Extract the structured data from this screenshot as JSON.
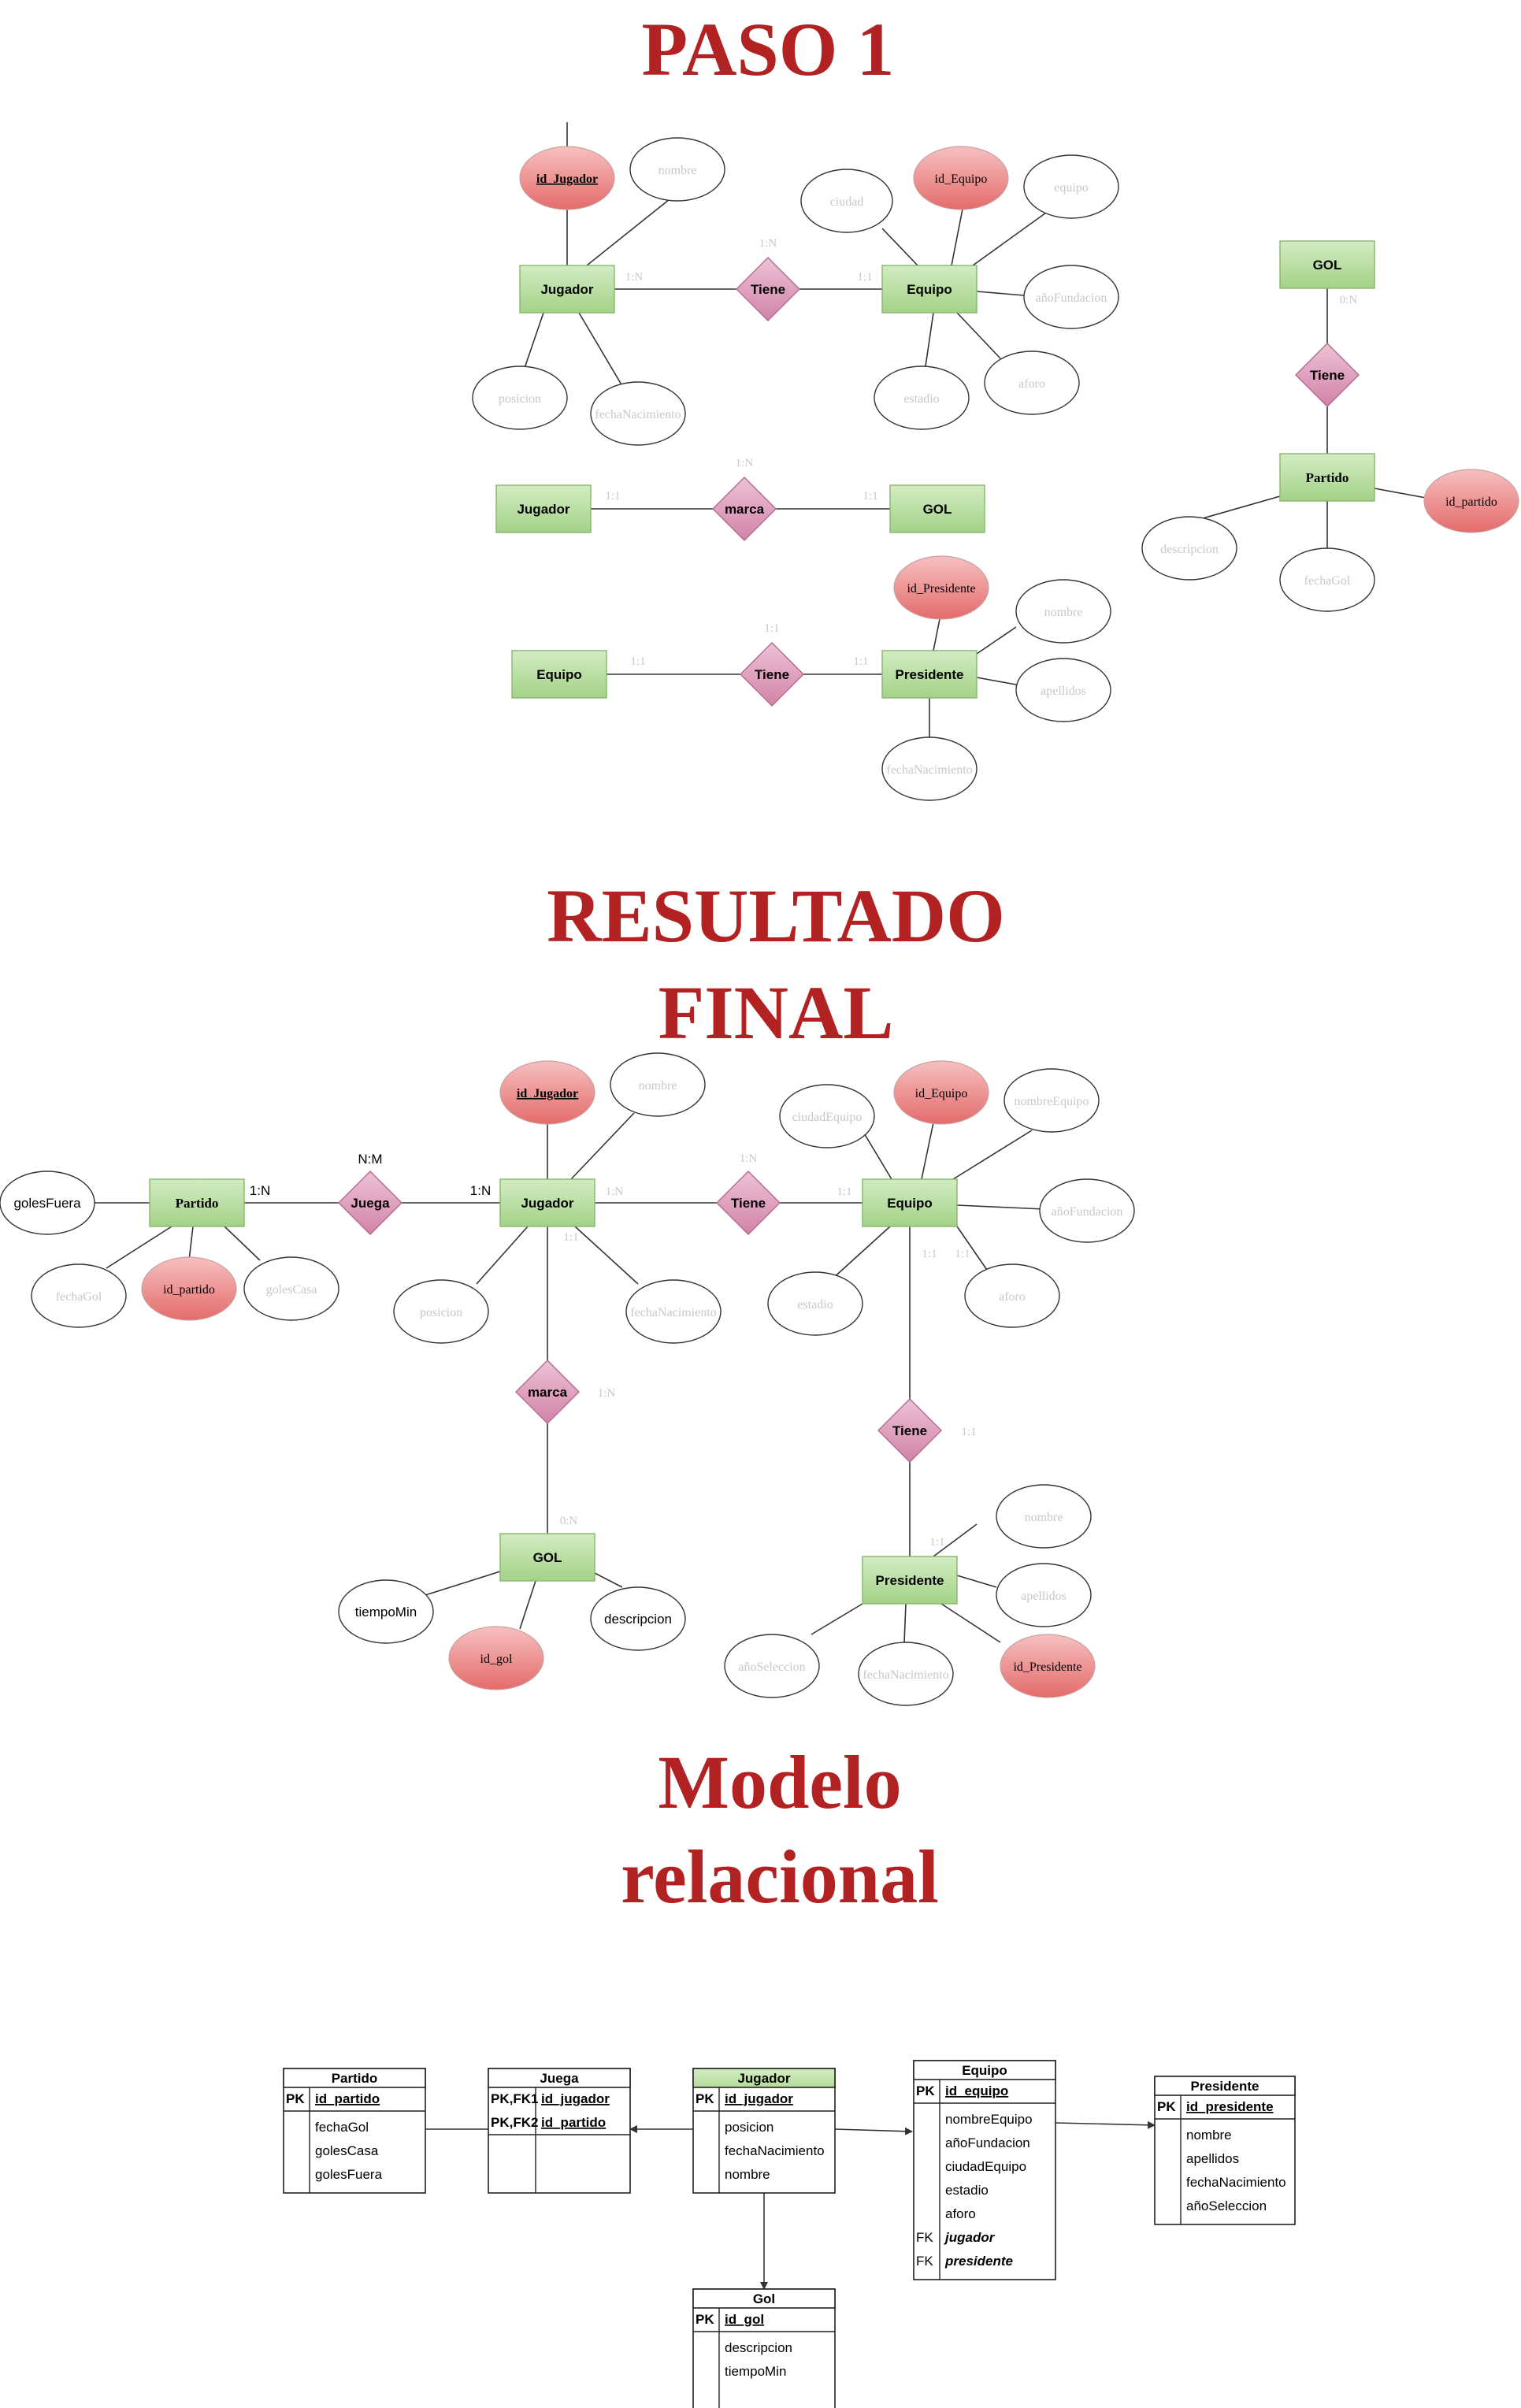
{
  "titles": {
    "paso1": "PASO 1",
    "resultado_line1": "RESULTADO",
    "resultado_line2": "FINAL",
    "modelo_line1": "Modelo",
    "modelo_line2": "relacional"
  },
  "colors": {
    "title": "#b22222",
    "entity_fill": "#a9d58e",
    "relationship_fill": "#d98db0",
    "key_attribute_fill": "#ec7d7d",
    "jugador_table_header": "#b8e0a0"
  },
  "paso1": {
    "jugador_equipo": {
      "entity_a": "Jugador",
      "entity_b": "Equipo",
      "relationship": "Tiene",
      "card_a": "1:N",
      "card_b": "1:1",
      "card_top": "1:N",
      "jugador_attrs": [
        "id_Jugador",
        "nombre",
        "posicion",
        "fechaNacimiento"
      ],
      "equipo_attrs": [
        "ciudad",
        "id_Equipo",
        "equipo",
        "añoFundacion",
        "aforo",
        "estadio"
      ]
    },
    "jugador_gol": {
      "entity_a": "Jugador",
      "entity_b": "GOL",
      "relationship": "marca",
      "card_a": "1:1",
      "card_b": "1:1",
      "card_top": "1:N"
    },
    "equipo_presidente": {
      "entity_a": "Equipo",
      "entity_b": "Presidente",
      "relationship": "Tiene",
      "card_a": "1:1",
      "card_b": "1:1",
      "card_top": "1:1",
      "presidente_attrs": [
        "id_Presidente",
        "nombre",
        "apellidos",
        "fechaNacimiento"
      ]
    },
    "gol_partido": {
      "entity_a": "GOL",
      "entity_b": "Partido",
      "relationship": "Tiene",
      "card": "0:N",
      "partido_attrs": [
        "descripcion",
        "fechaGol",
        "id_partido"
      ]
    }
  },
  "resultado": {
    "entities": {
      "partido": "Partido",
      "jugador": "Jugador",
      "equipo": "Equipo",
      "gol": "GOL",
      "presidente": "Presidente"
    },
    "relationships": {
      "juega": "Juega",
      "tiene_equipo": "Tiene",
      "marca": "marca",
      "tiene_presidente": "Tiene"
    },
    "cardinalities": {
      "juega_top": "N:M",
      "juega_left": "1:N",
      "juega_right": "1:N",
      "tiene_top": "1:N",
      "tiene_left": "1:N",
      "tiene_right": "1:1",
      "jugador_below": "1:1",
      "marca_right": "1:N",
      "gol_top": "0:N",
      "equipo_below_a": "1:1",
      "equipo_below_b": "1:1",
      "tiene_pres_right": "1:1",
      "pres_top": "1:1"
    },
    "partido_attrs": {
      "golesFuera": "golesFuera",
      "fechaGol": "fechaGol",
      "id_partido": "id_partido",
      "golesCasa": "golesCasa"
    },
    "jugador_attrs": {
      "id_Jugador": "id_Jugador",
      "nombre": "nombre",
      "posicion": "posicion",
      "fechaNacimiento": "fechaNacimiento"
    },
    "equipo_attrs": {
      "ciudadEquipo": "ciudadEquipo",
      "id_Equipo": "id_Equipo",
      "nombreEquipo": "nombreEquipo",
      "añoFundacion": "añoFundacion",
      "aforo": "aforo",
      "estadio": "estadio"
    },
    "gol_attrs": {
      "tiempoMin": "tiempoMin",
      "id_gol": "id_gol",
      "descripcion": "descripcion"
    },
    "presidente_attrs": {
      "nombre": "nombre",
      "apellidos": "apellidos",
      "añoSeleccion": "añoSeleccion",
      "fechaNacimiento": "fechaNacimiento",
      "id_Presidente": "id_Presidente"
    }
  },
  "relational": {
    "tables": [
      {
        "name": "Partido",
        "rows": [
          {
            "key": "PK",
            "field": "id_partido",
            "style": "pk"
          },
          {
            "key": "",
            "field": "fechaGol",
            "style": "plain"
          },
          {
            "key": "",
            "field": "golesCasa",
            "style": "plain"
          },
          {
            "key": "",
            "field": "golesFuera",
            "style": "plain"
          }
        ]
      },
      {
        "name": "Juega",
        "rows": [
          {
            "key": "PK,FK1",
            "field": "id_jugador",
            "style": "pk"
          },
          {
            "key": "PK,FK2",
            "field": "id_partido",
            "style": "pk"
          }
        ]
      },
      {
        "name": "Jugador",
        "rows": [
          {
            "key": "PK",
            "field": "id_jugador",
            "style": "pk"
          },
          {
            "key": "",
            "field": "posicion",
            "style": "plain"
          },
          {
            "key": "",
            "field": "fechaNacimiento",
            "style": "plain"
          },
          {
            "key": "",
            "field": "nombre",
            "style": "plain"
          }
        ]
      },
      {
        "name": "Equipo",
        "rows": [
          {
            "key": "PK",
            "field": "id_equipo",
            "style": "pk"
          },
          {
            "key": "",
            "field": "nombreEquipo",
            "style": "plain"
          },
          {
            "key": "",
            "field": "añoFundacion",
            "style": "plain"
          },
          {
            "key": "",
            "field": "ciudadEquipo",
            "style": "plain"
          },
          {
            "key": "",
            "field": "estadio",
            "style": "plain"
          },
          {
            "key": "",
            "field": "aforo",
            "style": "plain"
          },
          {
            "key": "FK",
            "field": "jugador",
            "style": "fk"
          },
          {
            "key": "FK",
            "field": "presidente",
            "style": "fk"
          }
        ]
      },
      {
        "name": "Presidente",
        "rows": [
          {
            "key": "PK",
            "field": "id_presidente",
            "style": "pk"
          },
          {
            "key": "",
            "field": "nombre",
            "style": "plain"
          },
          {
            "key": "",
            "field": "apellidos",
            "style": "plain"
          },
          {
            "key": "",
            "field": "fechaNacimiento",
            "style": "plain"
          },
          {
            "key": "",
            "field": "añoSeleccion",
            "style": "plain"
          }
        ]
      },
      {
        "name": "Gol",
        "rows": [
          {
            "key": "PK",
            "field": "id_gol",
            "style": "pk"
          },
          {
            "key": "",
            "field": "descripcion",
            "style": "plain"
          },
          {
            "key": "",
            "field": "tiempoMin",
            "style": "plain"
          }
        ]
      }
    ]
  }
}
